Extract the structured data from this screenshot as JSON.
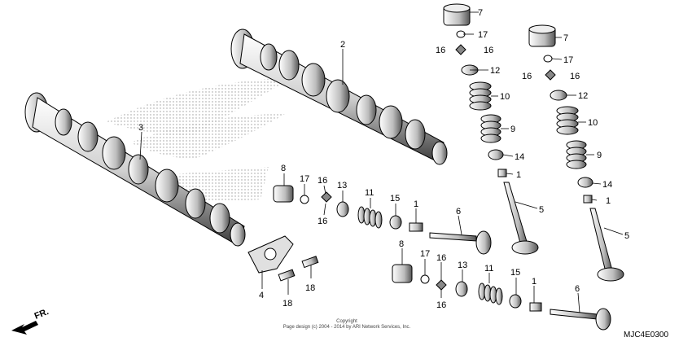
{
  "diagram": {
    "callouts": {
      "c7a": "7",
      "c17a": "17",
      "c16a1": "16",
      "c16a2": "16",
      "c12a": "12",
      "c10a": "10",
      "c9a": "9",
      "c14a": "14",
      "c1a": "1",
      "c5a": "5",
      "c7b": "7",
      "c17b": "17",
      "c16b1": "16",
      "c16b2": "16",
      "c12b": "12",
      "c10b": "10",
      "c9b": "9",
      "c14b": "14",
      "c1b": "1",
      "c5b": "5",
      "c2": "2",
      "c3": "3",
      "c8a": "8",
      "c17c": "17",
      "c16c1": "16",
      "c16c2": "16",
      "c13a": "13",
      "c11a": "11",
      "c15a": "15",
      "c1c": "1",
      "c6a": "6",
      "c8b": "8",
      "c17d": "17",
      "c16d1": "16",
      "c16d2": "16",
      "c13b": "13",
      "c11b": "11",
      "c15b": "15",
      "c1d": "1",
      "c6b": "6",
      "c4": "4",
      "c18a": "18",
      "c18b": "18"
    },
    "direction_label": "FR.",
    "diagram_code": "MJC4E0300",
    "copyright_line1": "Copyright",
    "copyright_line2": "Page design (c) 2004 - 2014 by ARI Network Services, Inc."
  },
  "colors": {
    "ink": "#000000",
    "watermark": "#9a9a9a",
    "paper": "#ffffff"
  },
  "icons": [
    "front-direction-arrow-icon",
    "manufacturer-logo-watermark"
  ]
}
